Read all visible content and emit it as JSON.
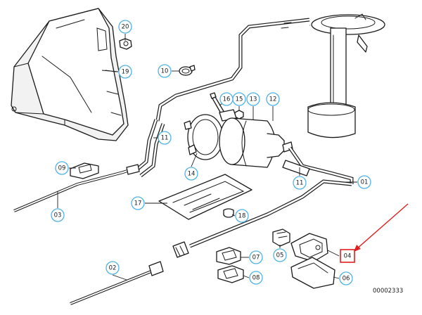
{
  "diagram": {
    "drawing_number": "00002333",
    "colors": {
      "callout_ring": "#4fb3e8",
      "highlight": "#e02020",
      "line": "#1a1a1a"
    },
    "callouts": [
      {
        "id": "c01",
        "label": "01"
      },
      {
        "id": "c02",
        "label": "02"
      },
      {
        "id": "c03",
        "label": "03"
      },
      {
        "id": "c04",
        "label": "04",
        "highlighted": true
      },
      {
        "id": "c05",
        "label": "05"
      },
      {
        "id": "c06",
        "label": "06"
      },
      {
        "id": "c07",
        "label": "07"
      },
      {
        "id": "c08",
        "label": "08"
      },
      {
        "id": "c09",
        "label": "09"
      },
      {
        "id": "c10",
        "label": "10"
      },
      {
        "id": "c11a",
        "label": "11"
      },
      {
        "id": "c11b",
        "label": "11"
      },
      {
        "id": "c12",
        "label": "12"
      },
      {
        "id": "c13",
        "label": "13"
      },
      {
        "id": "c14",
        "label": "14"
      },
      {
        "id": "c15",
        "label": "15"
      },
      {
        "id": "c16",
        "label": "16"
      },
      {
        "id": "c17",
        "label": "17"
      },
      {
        "id": "c18",
        "label": "18"
      },
      {
        "id": "c19",
        "label": "19"
      },
      {
        "id": "c20",
        "label": "20"
      }
    ]
  }
}
